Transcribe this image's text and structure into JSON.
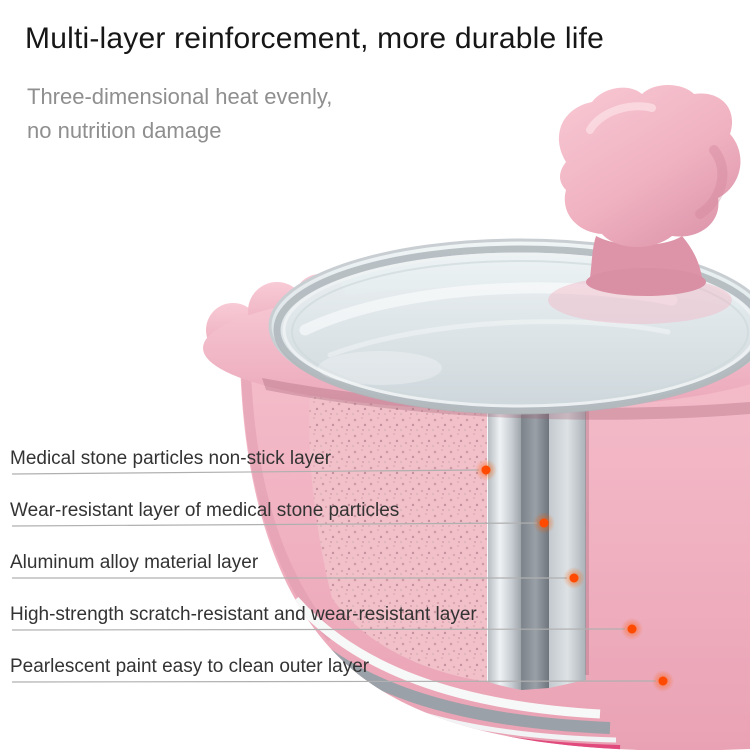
{
  "header": {
    "title": "Multi-layer reinforcement, more durable life",
    "subtitle_line1": "Three-dimensional heat evenly,",
    "subtitle_line2": "no nutrition damage"
  },
  "callouts": [
    "Medical stone particles non-stick layer",
    "Wear-resistant layer of medical stone particles",
    "Aluminum alloy material layer",
    "High-strength scratch-resistant and wear-resistant layer",
    "Pearlescent paint easy to clean outer layer"
  ],
  "colors": {
    "accent_dot": "#ff4a00",
    "pot_pink": "#f0b2c1",
    "lid_silver": "#aeb6bb",
    "bottom_stripe_crimson": "#e14a7d",
    "title_text": "#161616",
    "subtitle_text": "#8f8f8f",
    "label_text": "#333333"
  }
}
